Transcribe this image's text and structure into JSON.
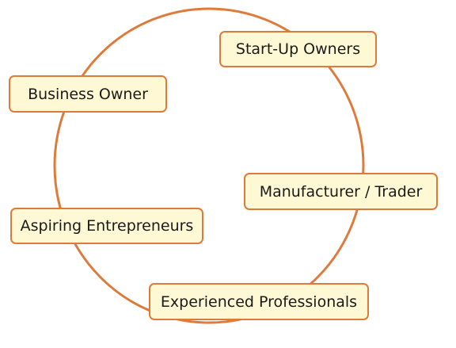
{
  "diagram": {
    "type": "cycle",
    "colors": {
      "ring": "#DE7B3A",
      "node_border": "#DE7B3A",
      "node_fill": "#FEF9D4",
      "text": "#1a1a1a"
    },
    "nodes": [
      {
        "label": "Start-Up Owners"
      },
      {
        "label": "Manufacturer / Trader"
      },
      {
        "label": "Experienced Professionals"
      },
      {
        "label": "Aspiring Entrepreneurs"
      },
      {
        "label": "Business Owner"
      }
    ]
  }
}
